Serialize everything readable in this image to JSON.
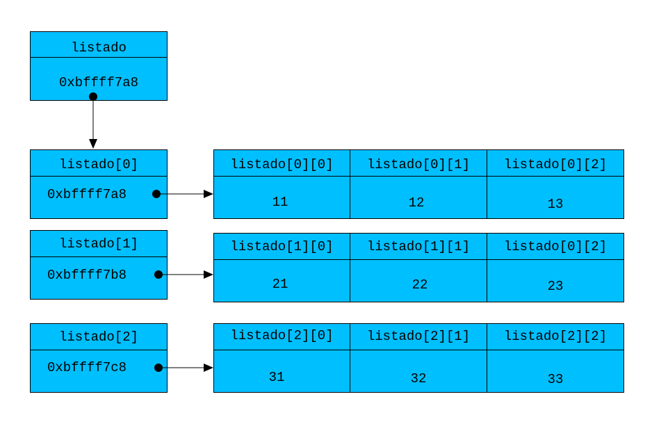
{
  "colors": {
    "box_fill": "#00bfff",
    "border": "#000000",
    "text": "#000000"
  },
  "pointer_var": {
    "name": "listado",
    "value": "0xbffff7a8"
  },
  "row_pointers": [
    {
      "name": "listado[0]",
      "value": "0xbffff7a8"
    },
    {
      "name": "listado[1]",
      "value": "0xbffff7b8"
    },
    {
      "name": "listado[2]",
      "value": "0xbffff7c8"
    }
  ],
  "arrays": [
    {
      "headers": [
        "listado[0][0]",
        "listado[0][1]",
        "listado[0][2]"
      ],
      "values": [
        "11",
        "12",
        "13"
      ]
    },
    {
      "headers": [
        "listado[1][0]",
        "listado[1][1]",
        "listado[0][2]"
      ],
      "values": [
        "21",
        "22",
        "23"
      ]
    },
    {
      "headers": [
        "listado[2][0]",
        "listado[2][1]",
        "listado[2][2]"
      ],
      "values": [
        "31",
        "32",
        "33"
      ]
    }
  ]
}
